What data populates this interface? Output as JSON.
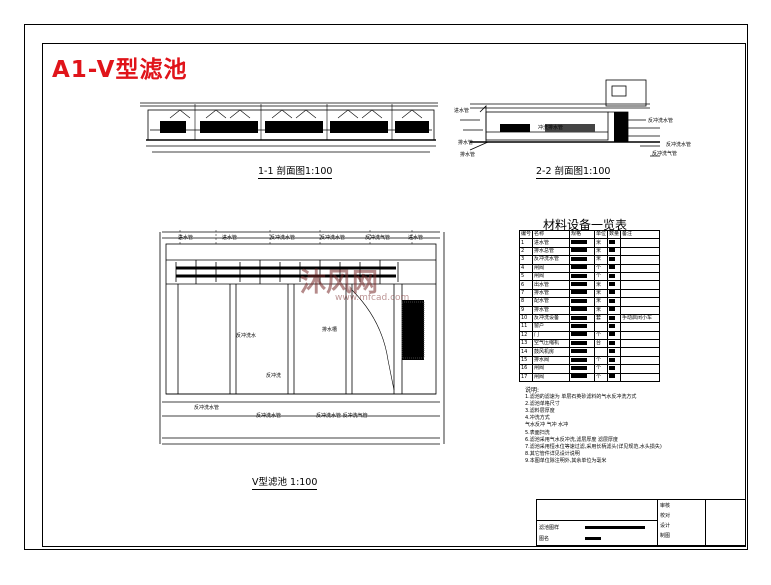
{
  "drawing": {
    "title": "A1-V型滤池",
    "section_1_caption": "1-1 剖面图1:100",
    "section_2_caption": "2-2 剖面图1:100",
    "plan_caption": "V型滤池 1:100",
    "title_color": "#e0141a"
  },
  "section_2_labels": {
    "left_top": "进水管",
    "left_mid": "排水管",
    "left_bot": "排水管",
    "center": "冲洗排水管",
    "right_1": "反冲洗水管",
    "right_2": "反冲洗水管",
    "right_3": "反冲洗气管"
  },
  "plan_labels": {
    "top_1": "进水管",
    "top_2": "进水管",
    "top_3": "反冲洗水管",
    "top_4": "反冲洗水管",
    "top_5": "反冲洗气管",
    "top_6": "进水管",
    "mid_1": "反冲洗水",
    "mid_2": "排水槽",
    "mid_3": "反冲洗",
    "bottom_1": "反冲洗水管",
    "bottom_2": "反冲洗水管",
    "bottom_3": "反冲洗水管 反冲洗气管"
  },
  "materials": {
    "title": "材料设备一览表",
    "headers": [
      "编号",
      "名称",
      "规格",
      "单位",
      "数量",
      "备注"
    ],
    "rows": [
      [
        "1",
        "进水管",
        "",
        "米",
        "",
        ""
      ],
      [
        "2",
        "排水总管",
        "",
        "米",
        "",
        ""
      ],
      [
        "3",
        "反冲洗水管",
        "",
        "米",
        "",
        ""
      ],
      [
        "4",
        "闸阀",
        "",
        "个",
        "",
        ""
      ],
      [
        "5",
        "闸阀",
        "",
        "个",
        "",
        ""
      ],
      [
        "6",
        "出水管",
        "",
        "米",
        "",
        ""
      ],
      [
        "7",
        "排水管",
        "",
        "米",
        "",
        ""
      ],
      [
        "8",
        "配水管",
        "",
        "米",
        "",
        ""
      ],
      [
        "9",
        "排水管",
        "",
        "米",
        "",
        ""
      ],
      [
        "10",
        "反冲洗设备",
        "",
        "套",
        "",
        "手动启闭小车"
      ],
      [
        "11",
        "窗户",
        "",
        "",
        "",
        ""
      ],
      [
        "12",
        "门",
        "",
        "个",
        "",
        ""
      ],
      [
        "13",
        "空气压缩机",
        "",
        "台",
        "",
        ""
      ],
      [
        "14",
        "鼓风机房",
        "",
        "",
        "",
        ""
      ],
      [
        "15",
        "排水阀",
        "",
        "个",
        "",
        ""
      ],
      [
        "16",
        "闸阀",
        "",
        "个",
        "",
        ""
      ],
      [
        "17",
        "闸阀",
        "",
        "个",
        "",
        ""
      ]
    ]
  },
  "notes": {
    "heading": "说明:",
    "lines": [
      "1.滤池的滤速为      单层石英砂滤料的气水反冲洗方式",
      "2.滤池单格尺寸",
      "3.滤料层厚度",
      "4.冲洗方式",
      "  气水反冲    气冲    水冲",
      "5.表面扫洗",
      "6.滤池采用气水反冲洗,滤层厚度      滤层厚度",
      "7.滤池采用恒水位等速过滤,采用长柄滤头(详见规范,水头损失)",
      "8.其它管件详见设计说明",
      "9.本图单位除注明外,其余单位为毫米"
    ]
  },
  "title_block": {
    "drawing_name_label": "滤池图样",
    "name_label": "图名",
    "right_labels": [
      "审核",
      "校对",
      "设计",
      "制图"
    ]
  },
  "watermark": {
    "text": "沐风网",
    "url": "www.mfcad.com"
  }
}
